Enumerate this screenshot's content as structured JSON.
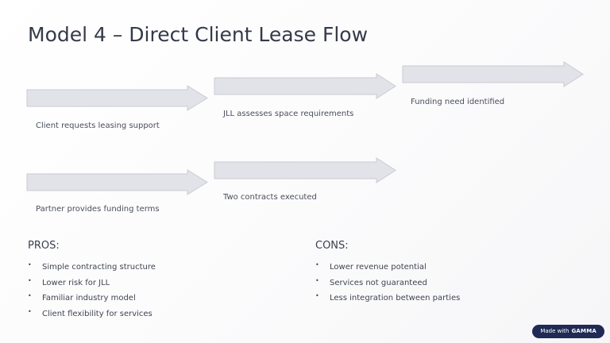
{
  "slide": {
    "title": "Model 4 – Direct Client Lease Flow",
    "steps": [
      {
        "label": "Client requests leasing support"
      },
      {
        "label": "JLL assesses space requirements"
      },
      {
        "label": "Funding need identified"
      },
      {
        "label": "Partner provides funding terms"
      },
      {
        "label": "Two contracts executed"
      }
    ],
    "pros": {
      "heading": "PROS:",
      "items": [
        "Simple contracting structure",
        "Lower risk for JLL",
        "Familiar industry model",
        "Client flexibility for services"
      ]
    },
    "cons": {
      "heading": "CONS:",
      "items": [
        "Lower revenue potential",
        "Services not guaranteed",
        "Less integration between parties"
      ]
    },
    "badge": {
      "prefix": "Made with",
      "brand": "GAMMA"
    },
    "colors": {
      "arrow_fill": "#e2e3e8",
      "arrow_stroke": "#c9cbd3",
      "badge_bg": "#1f2a55"
    }
  }
}
